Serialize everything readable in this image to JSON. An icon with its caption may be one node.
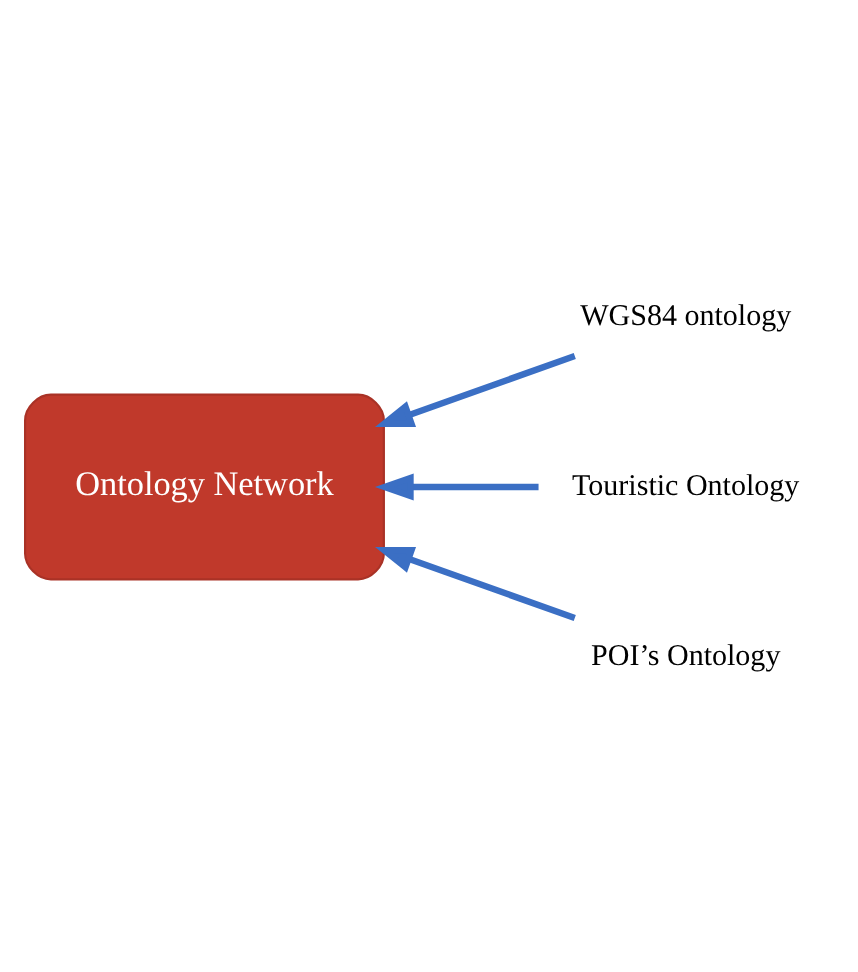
{
  "diagram": {
    "nodes": [
      {
        "text": [
          "Ontology Network"
        ]
      },
      {
        "text": [
          "WGS84 ontology"
        ]
      },
      {
        "text": [
          "Touristic Ontology"
        ]
      },
      {
        "text": [
          "POI’s Ontology"
        ]
      }
    ],
    "edges": [
      {
        "from": 1,
        "to": 0,
        "arrow": "to"
      },
      {
        "from": 2,
        "to": 0,
        "arrow": "to"
      },
      {
        "from": 3,
        "to": 0,
        "arrow": "to"
      }
    ]
  }
}
